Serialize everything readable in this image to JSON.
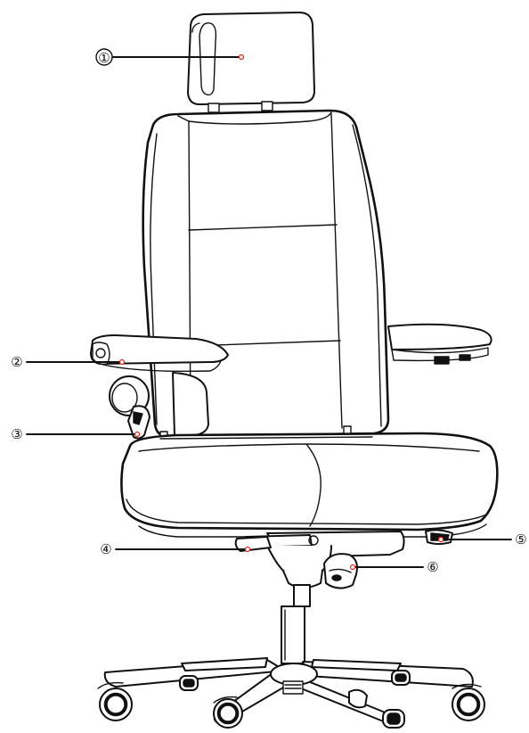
{
  "callouts": [
    {
      "id": "headrest",
      "label": "①"
    },
    {
      "id": "armrest",
      "label": "②"
    },
    {
      "id": "backrest-knob",
      "label": "③"
    },
    {
      "id": "seat-lever-left",
      "label": "④"
    },
    {
      "id": "seat-lever-right",
      "label": "⑤"
    },
    {
      "id": "gas-lift-lever",
      "label": "⑥"
    }
  ],
  "colors": {
    "line": "#111111",
    "marker": "#e2231a",
    "background": "#ffffff"
  }
}
